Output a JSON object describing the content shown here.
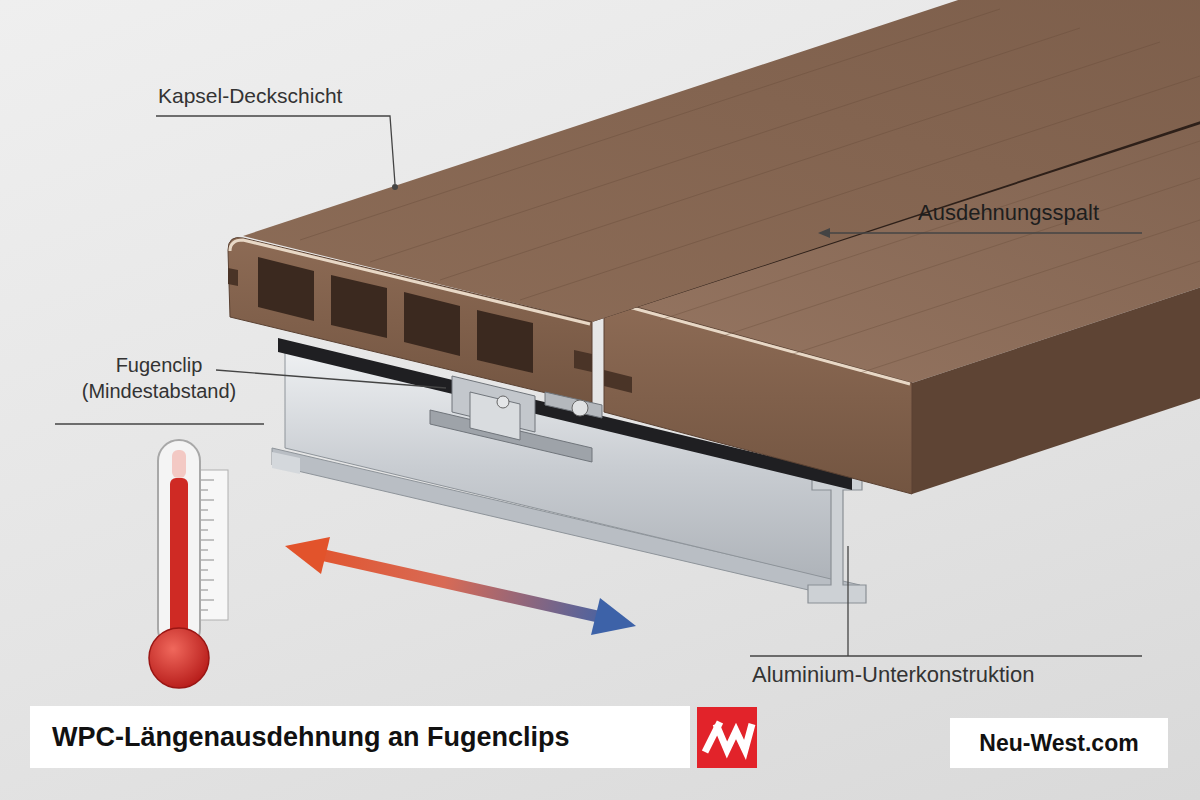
{
  "diagram": {
    "title": "WPC-Längenausdehnung an Fugenclips",
    "labels": [
      "Kapsel-Deckschicht",
      "Ausdehnungsspalt",
      "Fugenclip (Mindestabstand)",
      "Aluminium-Unterkonstruktion",
      "Neu-West.com"
    ]
  }
}
